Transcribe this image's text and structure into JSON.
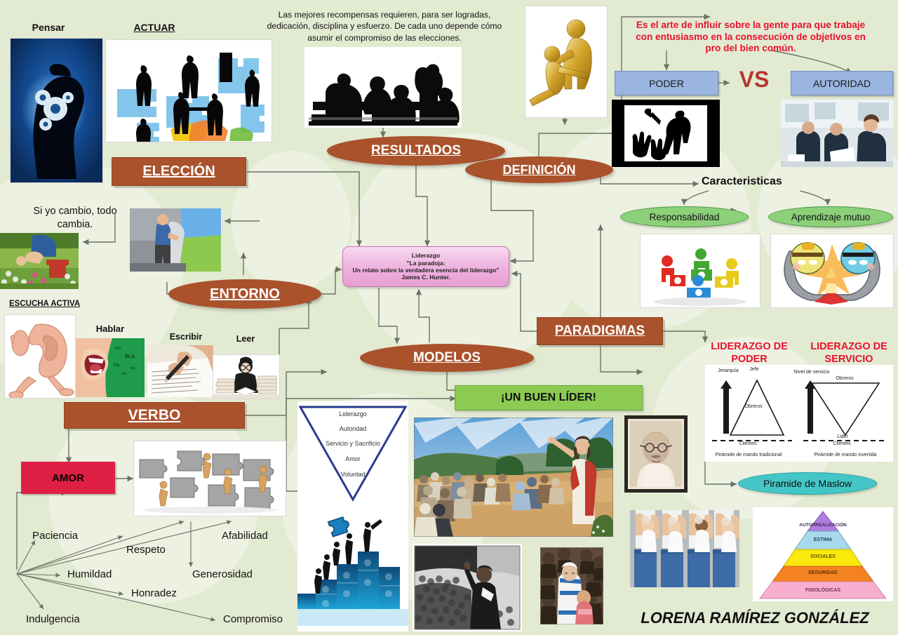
{
  "page": {
    "background_color": "#e3ead2",
    "author": "LORENA RAMÍREZ GONZÁLEZ"
  },
  "labels": {
    "pensar": "Pensar",
    "actuar": "ACTUAR",
    "quote_recompensas": "Las mejores recompensas requieren, para ser logradas, dedicación, disciplina y esfuerzo. De cada uno depende cómo asumir el compromiso de las elecciones.",
    "definicion_texto": "Es el arte de influir sobre la gente para que trabaje con entusiasmo en la consecución de objetivos en pro del bien común.",
    "caracteristicas": "Caracteristicas",
    "si_yo_cambio": "Si yo cambio, todo cambia.",
    "escucha_activa": "ESCUCHA ACTIVA",
    "hablar": "Hablar",
    "escribir": "Escribir",
    "leer": "Leer",
    "vs": "VS"
  },
  "nodes": {
    "eleccion": "ELECCIÓN",
    "resultados": "RESULTADOS",
    "definicion": "DEFINICIÓN",
    "entorno": "ENTORNO",
    "modelos": "MODELOS",
    "paradigmas": "PARADIGMAS",
    "verbo": "VERBO",
    "amor": "AMOR",
    "buen_lider": "¡UN BUEN LÍDER!",
    "poder": "PODER",
    "autoridad": "AUTORIDAD",
    "responsabilidad": "Responsabilidad",
    "aprendizaje_mutuo": "Aprendizaje mutuo",
    "piramide_maslow": "Piramide de Maslow"
  },
  "central": {
    "line1": "Liderazgo",
    "line2": "\"La paradoja:",
    "line3": "Un relato sobre la verdadera esencia del liderazgo\"",
    "line4": "James C. Hunter."
  },
  "amor_qualities": [
    "Paciencia",
    "Afabilidad",
    "Respeto",
    "Humildad",
    "Generosidad",
    "Honradez",
    "Indulgencia",
    "Compromiso"
  ],
  "inverted_triangle": {
    "levels": [
      "Liderazgo",
      "Autoridad",
      "Servicio y Sacrificio",
      "Amor",
      "Voluntad"
    ]
  },
  "leadership_models": {
    "power_title": "LIDERAZGO DE PODER",
    "service_title": "LIDERAZGO DE SERVICIO",
    "power_diagram": {
      "axis_label": "Jerarquía",
      "top_label": "Jefe",
      "middle_label": "Obreros",
      "below_line": "Clientes",
      "caption": "Pirámide de mando tradicional"
    },
    "service_diagram": {
      "axis_label": "Nivel de servicio",
      "top_label": "Obreros",
      "bottom_label": "Lider",
      "below_line": "Clientes",
      "caption": "Pirámide de mando invertida"
    }
  },
  "maslow": {
    "levels": [
      {
        "label": "AUTORREALIZACIÓN",
        "color": "#b07ce0"
      },
      {
        "label": "ESTIMA",
        "color": "#a7d8ec"
      },
      {
        "label": "SOCIALES",
        "color": "#fbe80d"
      },
      {
        "label": "SEGURIDAD",
        "color": "#f58220"
      },
      {
        "label": "FISIOLÓGICAS",
        "color": "#f9aed0"
      }
    ]
  },
  "images": {
    "pensar": "head-with-gears-image",
    "actuar": "businessmen-on-puzzle-pieces-image",
    "meeting": "meeting-silhouette-image",
    "golden_figures": "golden-figures-helping-image",
    "power_beating": "silhouette-beating-image",
    "authority_team": "office-team-meeting-image",
    "responsabilidad": "colored-figures-gears-image",
    "aprendizaje": "two-faces-reading-book-image",
    "gardening": "gardening-hands-image",
    "change_world": "man-peeling-gray-to-green-image",
    "ear": "active-listening-ear-image",
    "mouth": "talking-mouth-image",
    "writing": "hand-writing-image",
    "reading": "man-reading-books-image",
    "puzzle_teamwork": "puzzle-pieces-teamwork-image",
    "staircase": "puzzle-staircase-people-image",
    "jesus": "jesus-preaching-crowd-image",
    "gandhi": "gandhi-portrait-image",
    "mlk": "martin-luther-king-crowd-image",
    "teresa": "mother-teresa-children-image",
    "babies": "parents-holding-babies-image"
  }
}
